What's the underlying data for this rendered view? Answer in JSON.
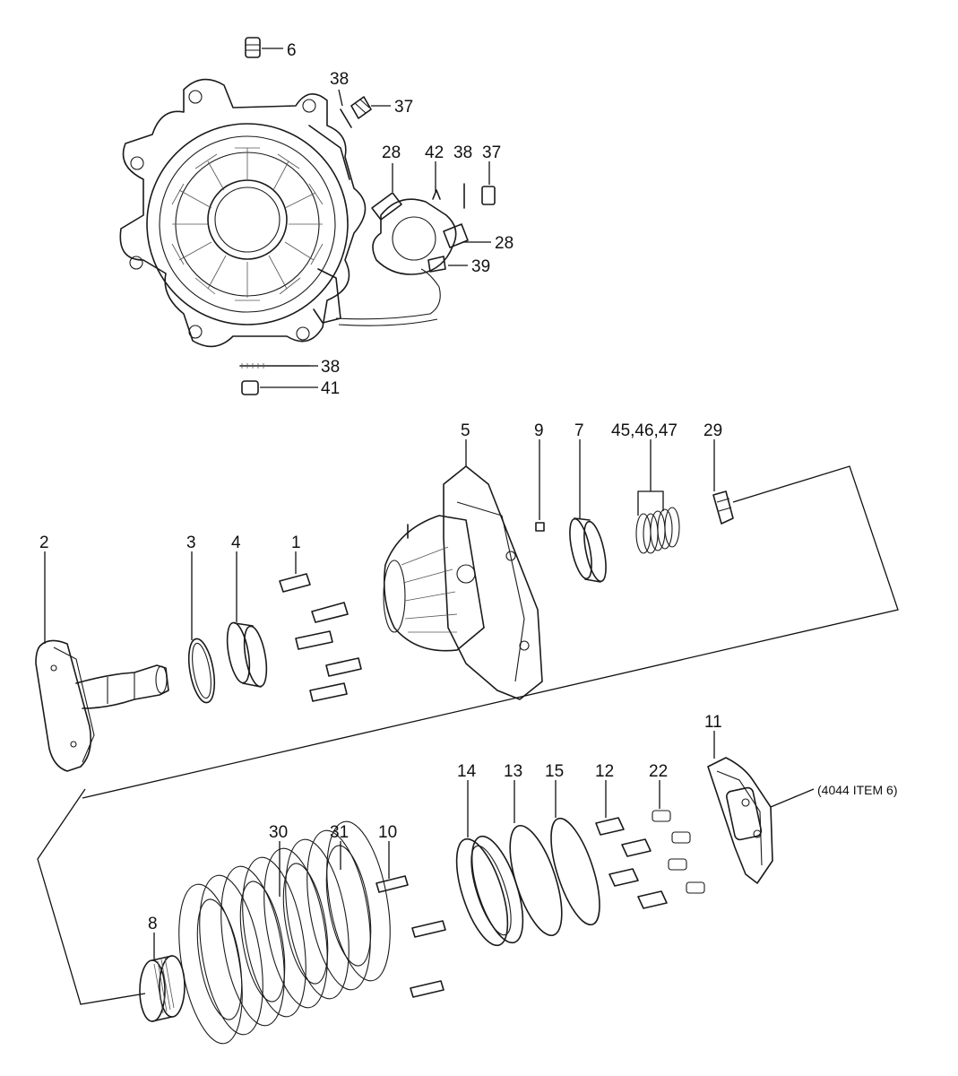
{
  "callouts": {
    "c6": "6",
    "c38a": "38",
    "c37a": "37",
    "c28a": "28",
    "c42": "42",
    "c38b": "38",
    "c37b": "37",
    "c28b": "28",
    "c39": "39",
    "c38c": "38",
    "c41": "41",
    "c5": "5",
    "c9": "9",
    "c7": "7",
    "c45": "45,46,47",
    "c29": "29",
    "c2": "2",
    "c3": "3",
    "c4": "4",
    "c1": "1",
    "c11": "11",
    "c14": "14",
    "c13": "13",
    "c15": "15",
    "c12": "12",
    "c22": "22",
    "c30": "30",
    "c31": "31",
    "c10": "10",
    "c8": "8"
  },
  "note": "(4044 ITEM 6)"
}
